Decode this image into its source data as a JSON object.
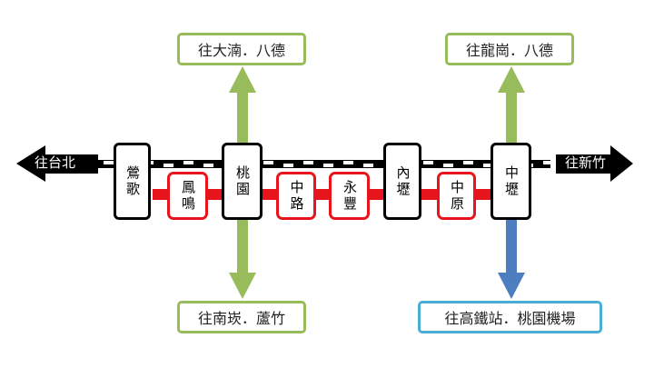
{
  "directions": {
    "west": "往台北",
    "east": "往新竹"
  },
  "stations": {
    "yingge": "鶯歌",
    "fengming": "鳳鳴",
    "taoyuan": "桃園",
    "zhonglu": "中路",
    "yongfeng": "永豐",
    "neili": "內壢",
    "zhongyuan": "中原",
    "zhongli": "中壢"
  },
  "destinations": {
    "taoyuan_north": "往大湳．八德",
    "taoyuan_south": "往南崁．蘆竹",
    "zhongli_north": "往龍崗．八德",
    "zhongli_south": "往高鐵站．桃園機場"
  },
  "colors": {
    "tra_line": "#000000",
    "local_line": "#e8141c",
    "green_branch": "#98bc5c",
    "blue_branch": "#4d7ec0",
    "blue_box_border": "#4badd6"
  }
}
